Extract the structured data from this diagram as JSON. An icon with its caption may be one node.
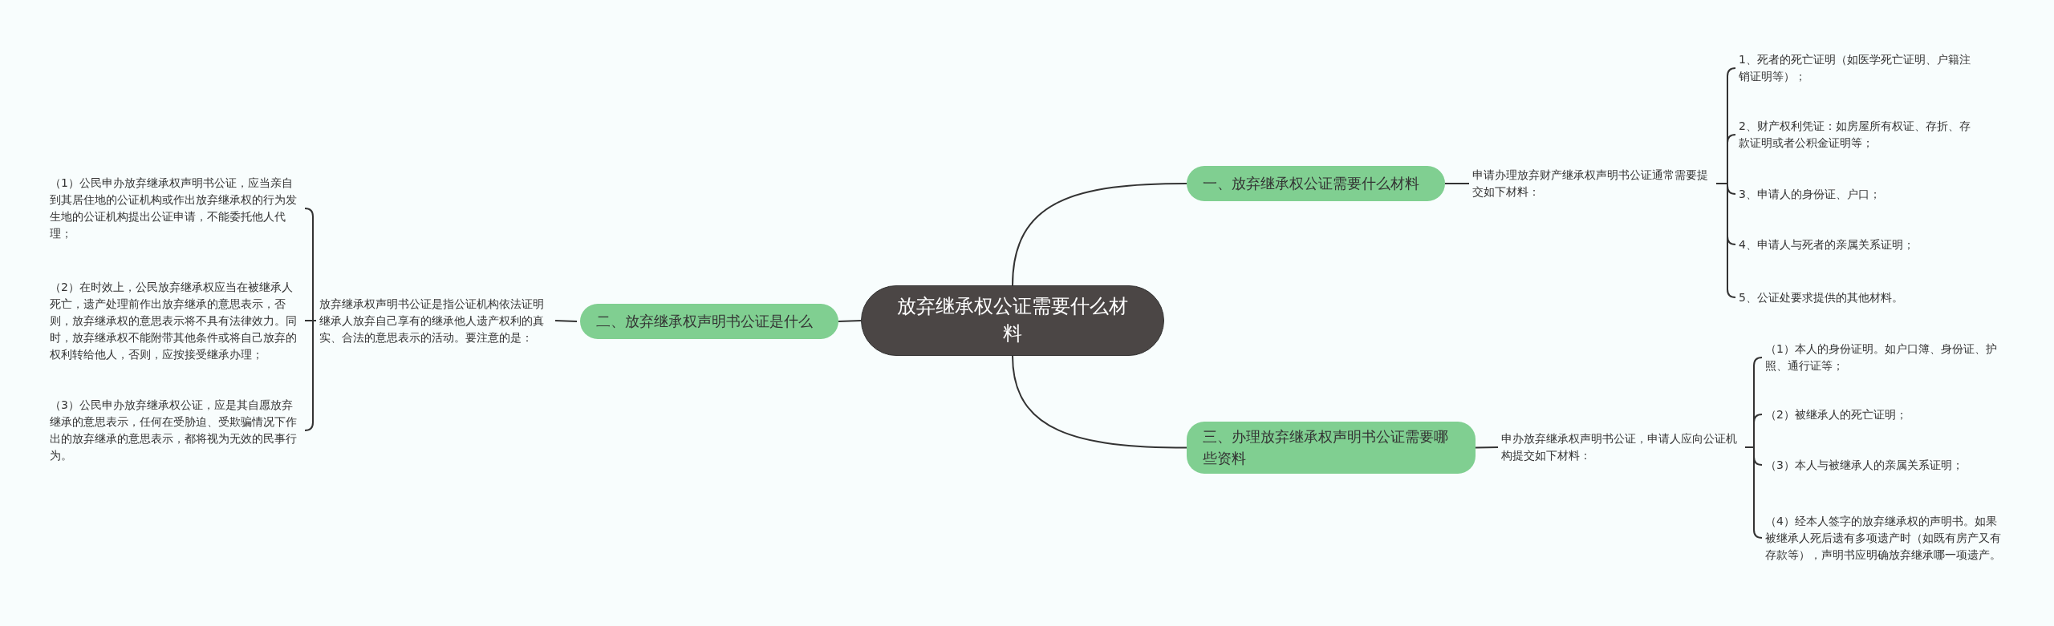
{
  "diagram": {
    "nodes": [
      {
        "text": [
          "放弃继承权公证需要什么材料"
        ]
      },
      {
        "text": [
          "一、放弃继承权公证需要什么材料"
        ]
      },
      {
        "text": [
          "申请办理放弃财产继承权声明书公证通常需要提交如下材料："
        ]
      },
      {
        "text": [
          "1、死者的死亡证明（如医学死亡证明、户籍注销证明等）；"
        ]
      },
      {
        "text": [
          "2、财产权利凭证：如房屋所有权证、存折、存款证明或者公积金证明等；"
        ]
      },
      {
        "text": [
          "3、申请人的身份证、户口；"
        ]
      },
      {
        "text": [
          "4、申请人与死者的亲属关系证明；"
        ]
      },
      {
        "text": [
          "5、公证处要求提供的其他材料。"
        ]
      },
      {
        "text": [
          "二、放弃继承权声明书公证是什么"
        ]
      },
      {
        "text": [
          "放弃继承权声明书公证是指公证机构依法证明继承人放弃自己享有的继承他人遗产权利的真实、合法的意思表示的活动。要注意的是："
        ]
      },
      {
        "text": [
          "（1）公民申办放弃继承权声明书公证，应当亲自到其居住地的公证机构或作出放弃继承权的行为发生地的公证机构提出公证申请，不能委托他人代理；"
        ]
      },
      {
        "text": [
          "（2）在时效上，公民放弃继承权应当在被继承人死亡，遗产处理前作出放弃继承的意思表示，否则，放弃继承权的意思表示将不具有法律效力。同时，放弃继承权不能附带其他条件或将自己放弃的权利转给他人，否则，应按接受继承办理；"
        ]
      },
      {
        "text": [
          "（3）公民申办放弃继承权公证，应是其自愿放弃继承的意思表示，任何在受胁迫、受欺骗情况下作出的放弃继承的意思表示，都将视为无效的民事行为。"
        ]
      },
      {
        "text": [
          "三、办理放弃继承权声明书公证需要哪些资料"
        ]
      },
      {
        "text": [
          "申办放弃继承权声明书公证，申请人应向公证机构提交如下材料："
        ]
      },
      {
        "text": [
          "（1）本人的身份证明。如户口簿、身份证、护照、通行证等；"
        ]
      },
      {
        "text": [
          "（2）被继承人的死亡证明；"
        ]
      },
      {
        "text": [
          "（3）本人与被继承人的亲属关系证明；"
        ]
      },
      {
        "text": [
          "（4）经本人签字的放弃继承权的声明书。如果被继承人死后遗有多项遗产时（如既有房产又有存款等），声明书应明确放弃继承哪一项遗产。"
        ]
      }
    ],
    "edges": [
      {
        "from": 0,
        "to": 1,
        "arrow": "none"
      },
      {
        "from": 1,
        "to": 2,
        "arrow": "none"
      },
      {
        "from": 2,
        "to": 3,
        "arrow": "none"
      },
      {
        "from": 2,
        "to": 4,
        "arrow": "none"
      },
      {
        "from": 2,
        "to": 5,
        "arrow": "none"
      },
      {
        "from": 2,
        "to": 6,
        "arrow": "none"
      },
      {
        "from": 2,
        "to": 7,
        "arrow": "none"
      },
      {
        "from": 0,
        "to": 8,
        "arrow": "none"
      },
      {
        "from": 8,
        "to": 9,
        "arrow": "none"
      },
      {
        "from": 9,
        "to": 10,
        "arrow": "none"
      },
      {
        "from": 9,
        "to": 11,
        "arrow": "none"
      },
      {
        "from": 9,
        "to": 12,
        "arrow": "none"
      },
      {
        "from": 0,
        "to": 13,
        "arrow": "none"
      },
      {
        "from": 13,
        "to": 14,
        "arrow": "none"
      },
      {
        "from": 14,
        "to": 15,
        "arrow": "none"
      },
      {
        "from": 14,
        "to": 16,
        "arrow": "none"
      },
      {
        "from": 14,
        "to": 17,
        "arrow": "none"
      },
      {
        "from": 14,
        "to": 18,
        "arrow": "none"
      }
    ]
  }
}
